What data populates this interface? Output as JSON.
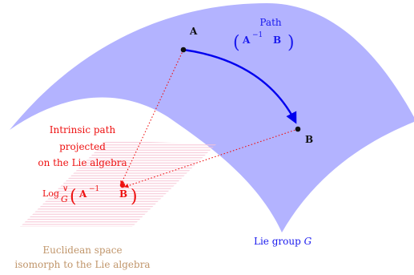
{
  "points": {
    "a_label": "A",
    "b_label": "B"
  },
  "path_label": {
    "line1": "Path",
    "open_paren": "(",
    "matrix_a": "A",
    "inverse_exp": "−1",
    "matrix_b": "B",
    "close_paren": ")"
  },
  "lie_group_label": {
    "text": "Lie group ",
    "symbol": "G"
  },
  "intrinsic_path_label": {
    "line1": "Intrinsic path",
    "line2": "projected",
    "line3": "on the Lie algebra"
  },
  "log_formula": {
    "log": "Log",
    "vee": "∨",
    "group": "G",
    "open_paren": "(",
    "matrix_a": "A",
    "inverse_exp": "−1",
    "matrix_b": "B",
    "close_paren": ")"
  },
  "euclidean_label": {
    "line1": "Euclidean space",
    "line2": "isomorph to the Lie algebra"
  },
  "colors": {
    "manifold_fill": "#b3b3ff",
    "path_arrow": "#0000ee",
    "projection_dots": "#ee1111",
    "red_text": "#ee1111",
    "blue_text": "#1a1aee",
    "tan_text": "#c0956a",
    "plane_hatch": "#f7c3d3"
  }
}
